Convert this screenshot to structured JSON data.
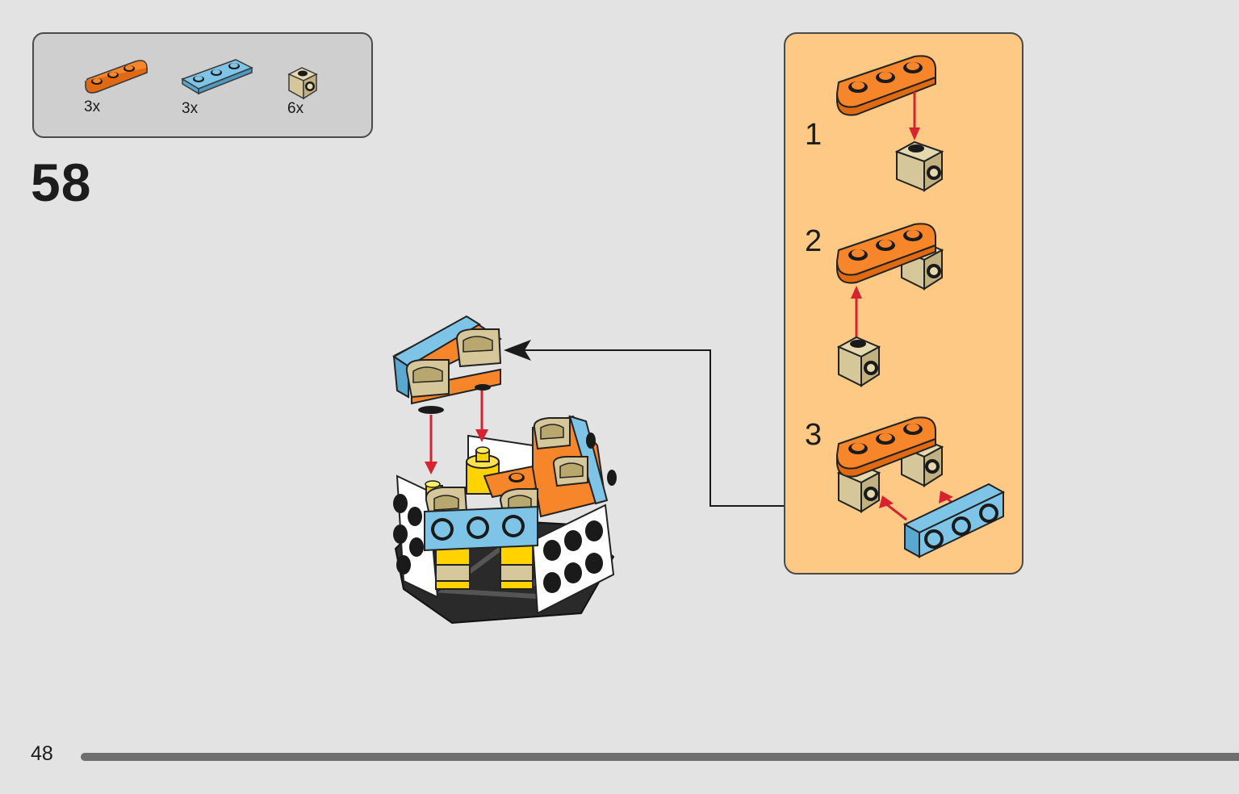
{
  "parts": [
    {
      "name": "orange-plate-1x3",
      "qty": "3x",
      "color": "#f7862a"
    },
    {
      "name": "blue-plate-1x3",
      "qty": "3x",
      "color": "#7ec4e6"
    },
    {
      "name": "tan-brick-1x1-stud",
      "qty": "6x",
      "color": "#d6c79a"
    }
  ],
  "step": {
    "number": "58"
  },
  "substeps": [
    {
      "number": "1"
    },
    {
      "number": "2"
    },
    {
      "number": "3"
    }
  ],
  "page": {
    "number": "48",
    "progress": 1.0
  },
  "colors": {
    "background": "#e3e3e3",
    "parts_box": "#cfcfcf",
    "substep_box": "#fdc985",
    "arrow_red": "#d6232f",
    "orange": "#f7862a",
    "blue": "#7ec4e6",
    "tan": "#d6c79a",
    "yellow": "#ffd200",
    "black": "#1a1a1a"
  }
}
